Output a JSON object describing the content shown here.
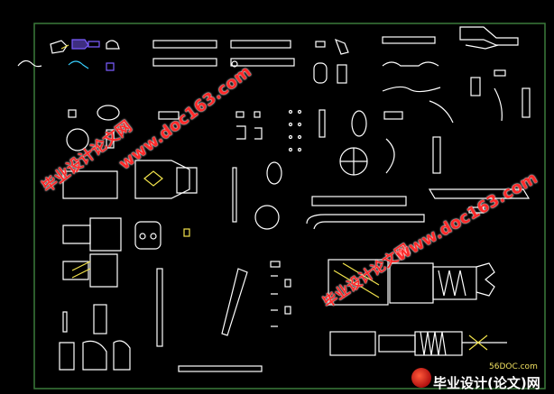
{
  "viewport": {
    "background": "#000000",
    "frame_color": "#3a7a3a",
    "line_color": "#ffffff",
    "accent_colors": [
      "#7b5cff",
      "#f2e34c",
      "#38d0ff"
    ]
  },
  "watermarks": {
    "cn_1": "毕业设计论文网",
    "url_1": "www.doc163.com",
    "cn_2": "毕业设计论文网",
    "url_2": "www.doc163.com",
    "color": "#ff2a2a"
  },
  "brand": {
    "site": "56DOC.com",
    "name": "毕业设计(论文)网",
    "logo_icon": "brand-logo-icon"
  }
}
